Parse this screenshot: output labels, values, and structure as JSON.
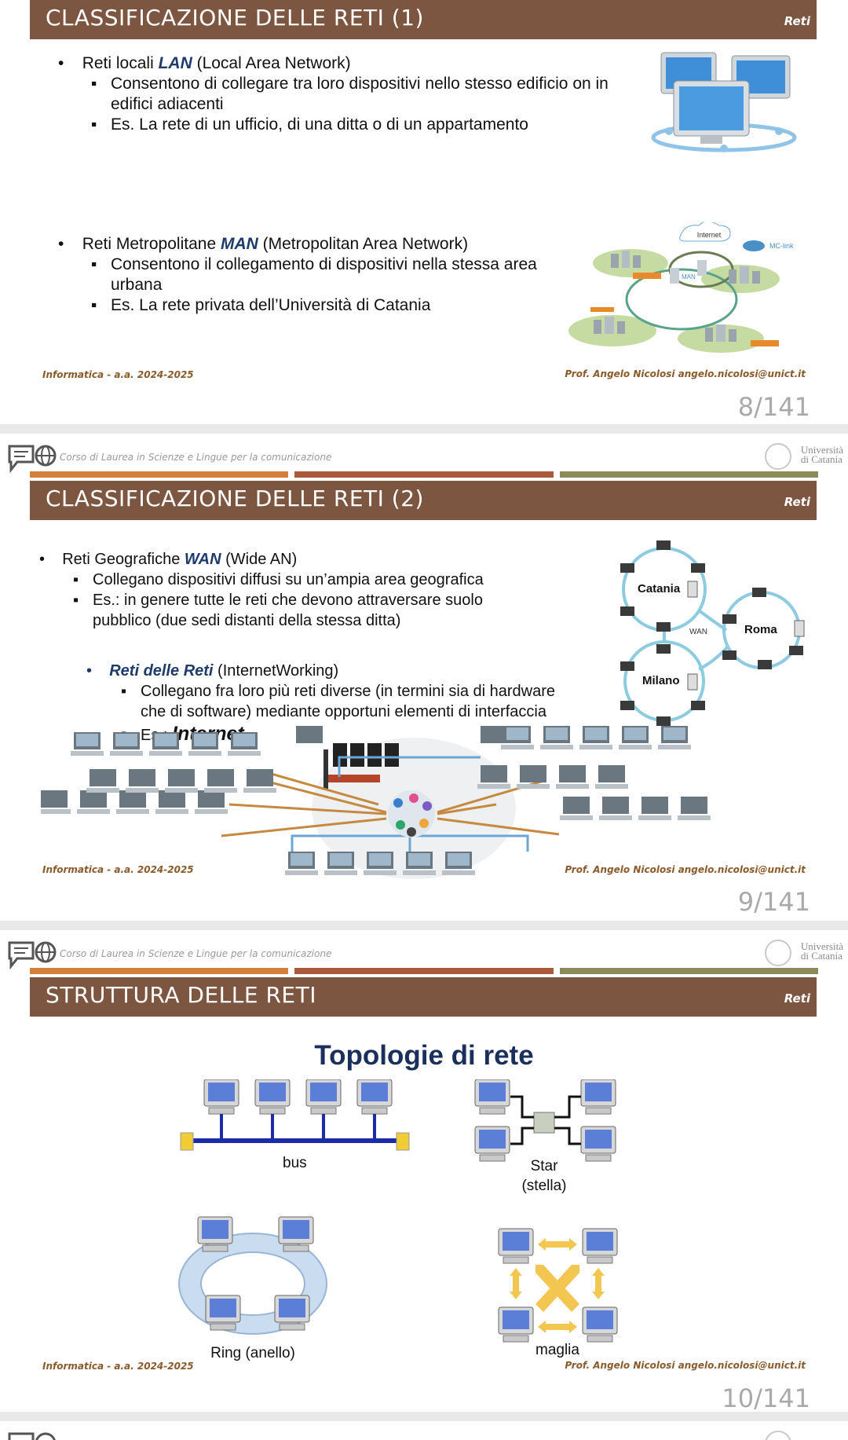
{
  "slide1": {
    "title": "CLASSIFICAZIONE DELLE RETI (1)",
    "section": "Reti",
    "lan_prefix": "Reti locali ",
    "lan_kw": "LAN",
    "lan_suffix": " (Local Area Network)",
    "lan_sub1_line1": "Consentono di collegare tra loro dispositivi nello stesso edificio on in",
    "lan_sub1_line2": "edifici adiacenti",
    "lan_sub2": "Es. La rete di un ufficio, di una ditta o di un appartamento",
    "man_prefix": "Reti Metropolitane ",
    "man_kw": "MAN",
    "man_suffix": " (Metropolitan Area Network)",
    "man_sub1_line1": "Consentono il collegamento di dispositivi nella stessa area",
    "man_sub1_line2": "urbana",
    "man_sub2": "Es. La rete privata dell’Università di Catania",
    "man_img_internet": "Internet",
    "man_img_mclink": "MC-link",
    "man_img_man": "MAN",
    "footer_left": "Informatica - a.a. 2024-2025",
    "footer_right": "Prof. Angelo Nicolosi  angelo.nicolosi@unict.it",
    "page": "8/141"
  },
  "slide2": {
    "course": "Corso di Laurea in Scienze e Lingue per la comunicazione",
    "uni_line1": "Università",
    "uni_line2": "di Catania",
    "title": "CLASSIFICAZIONE DELLE RETI (2)",
    "section": "Reti",
    "wan_prefix": "Reti Geografiche ",
    "wan_kw": "WAN",
    "wan_suffix": " (Wide AN)",
    "wan_sub1": "Collegano dispositivi diffusi su un’ampia area geografica",
    "wan_sub2_line1": "Es.: in genere tutte le reti che devono attraversare suolo",
    "wan_sub2_line2": "pubblico (due sedi distanti della stessa ditta)",
    "inet_kw": "Reti delle Reti",
    "inet_suffix": " (InternetWorking)",
    "inet_sub1_line1": "Collegano fra loro più reti diverse (in termini sia di hardware",
    "inet_sub1_line2": "che di software) mediante opportuni elementi di interfaccia",
    "inet_sub2_prefix": "Es.: ",
    "inet_sub2_kw": "Internet",
    "wan_catania": "Catania",
    "wan_roma": "Roma",
    "wan_milano": "Milano",
    "wan_center": "WAN",
    "footer_left": "Informatica - a.a. 2024-2025",
    "footer_right": "Prof. Angelo Nicolosi  angelo.nicolosi@unict.it",
    "page": "9/141"
  },
  "slide3": {
    "course": "Corso di Laurea in Scienze e Lingue per la comunicazione",
    "uni_line1": "Università",
    "uni_line2": "di Catania",
    "title": "STRUTTURA DELLE RETI",
    "section": "Reti",
    "heading": "Topologie di rete",
    "bus": "bus",
    "star_line1": "Star",
    "star_line2": "(stella)",
    "ring": "Ring (anello)",
    "mesh": "maglia",
    "footer_left": "Informatica - a.a. 2024-2025",
    "footer_right": "Prof. Angelo Nicolosi  angelo.nicolosi@unict.it",
    "page": "10/141"
  },
  "colors": {
    "title_bar": "#7d5641",
    "line_orange": "#d2803a",
    "line_rust": "#a85a3a",
    "line_olive": "#8c8c5a",
    "keyword": "#1f3b6b",
    "footer": "#8a5a2b"
  }
}
